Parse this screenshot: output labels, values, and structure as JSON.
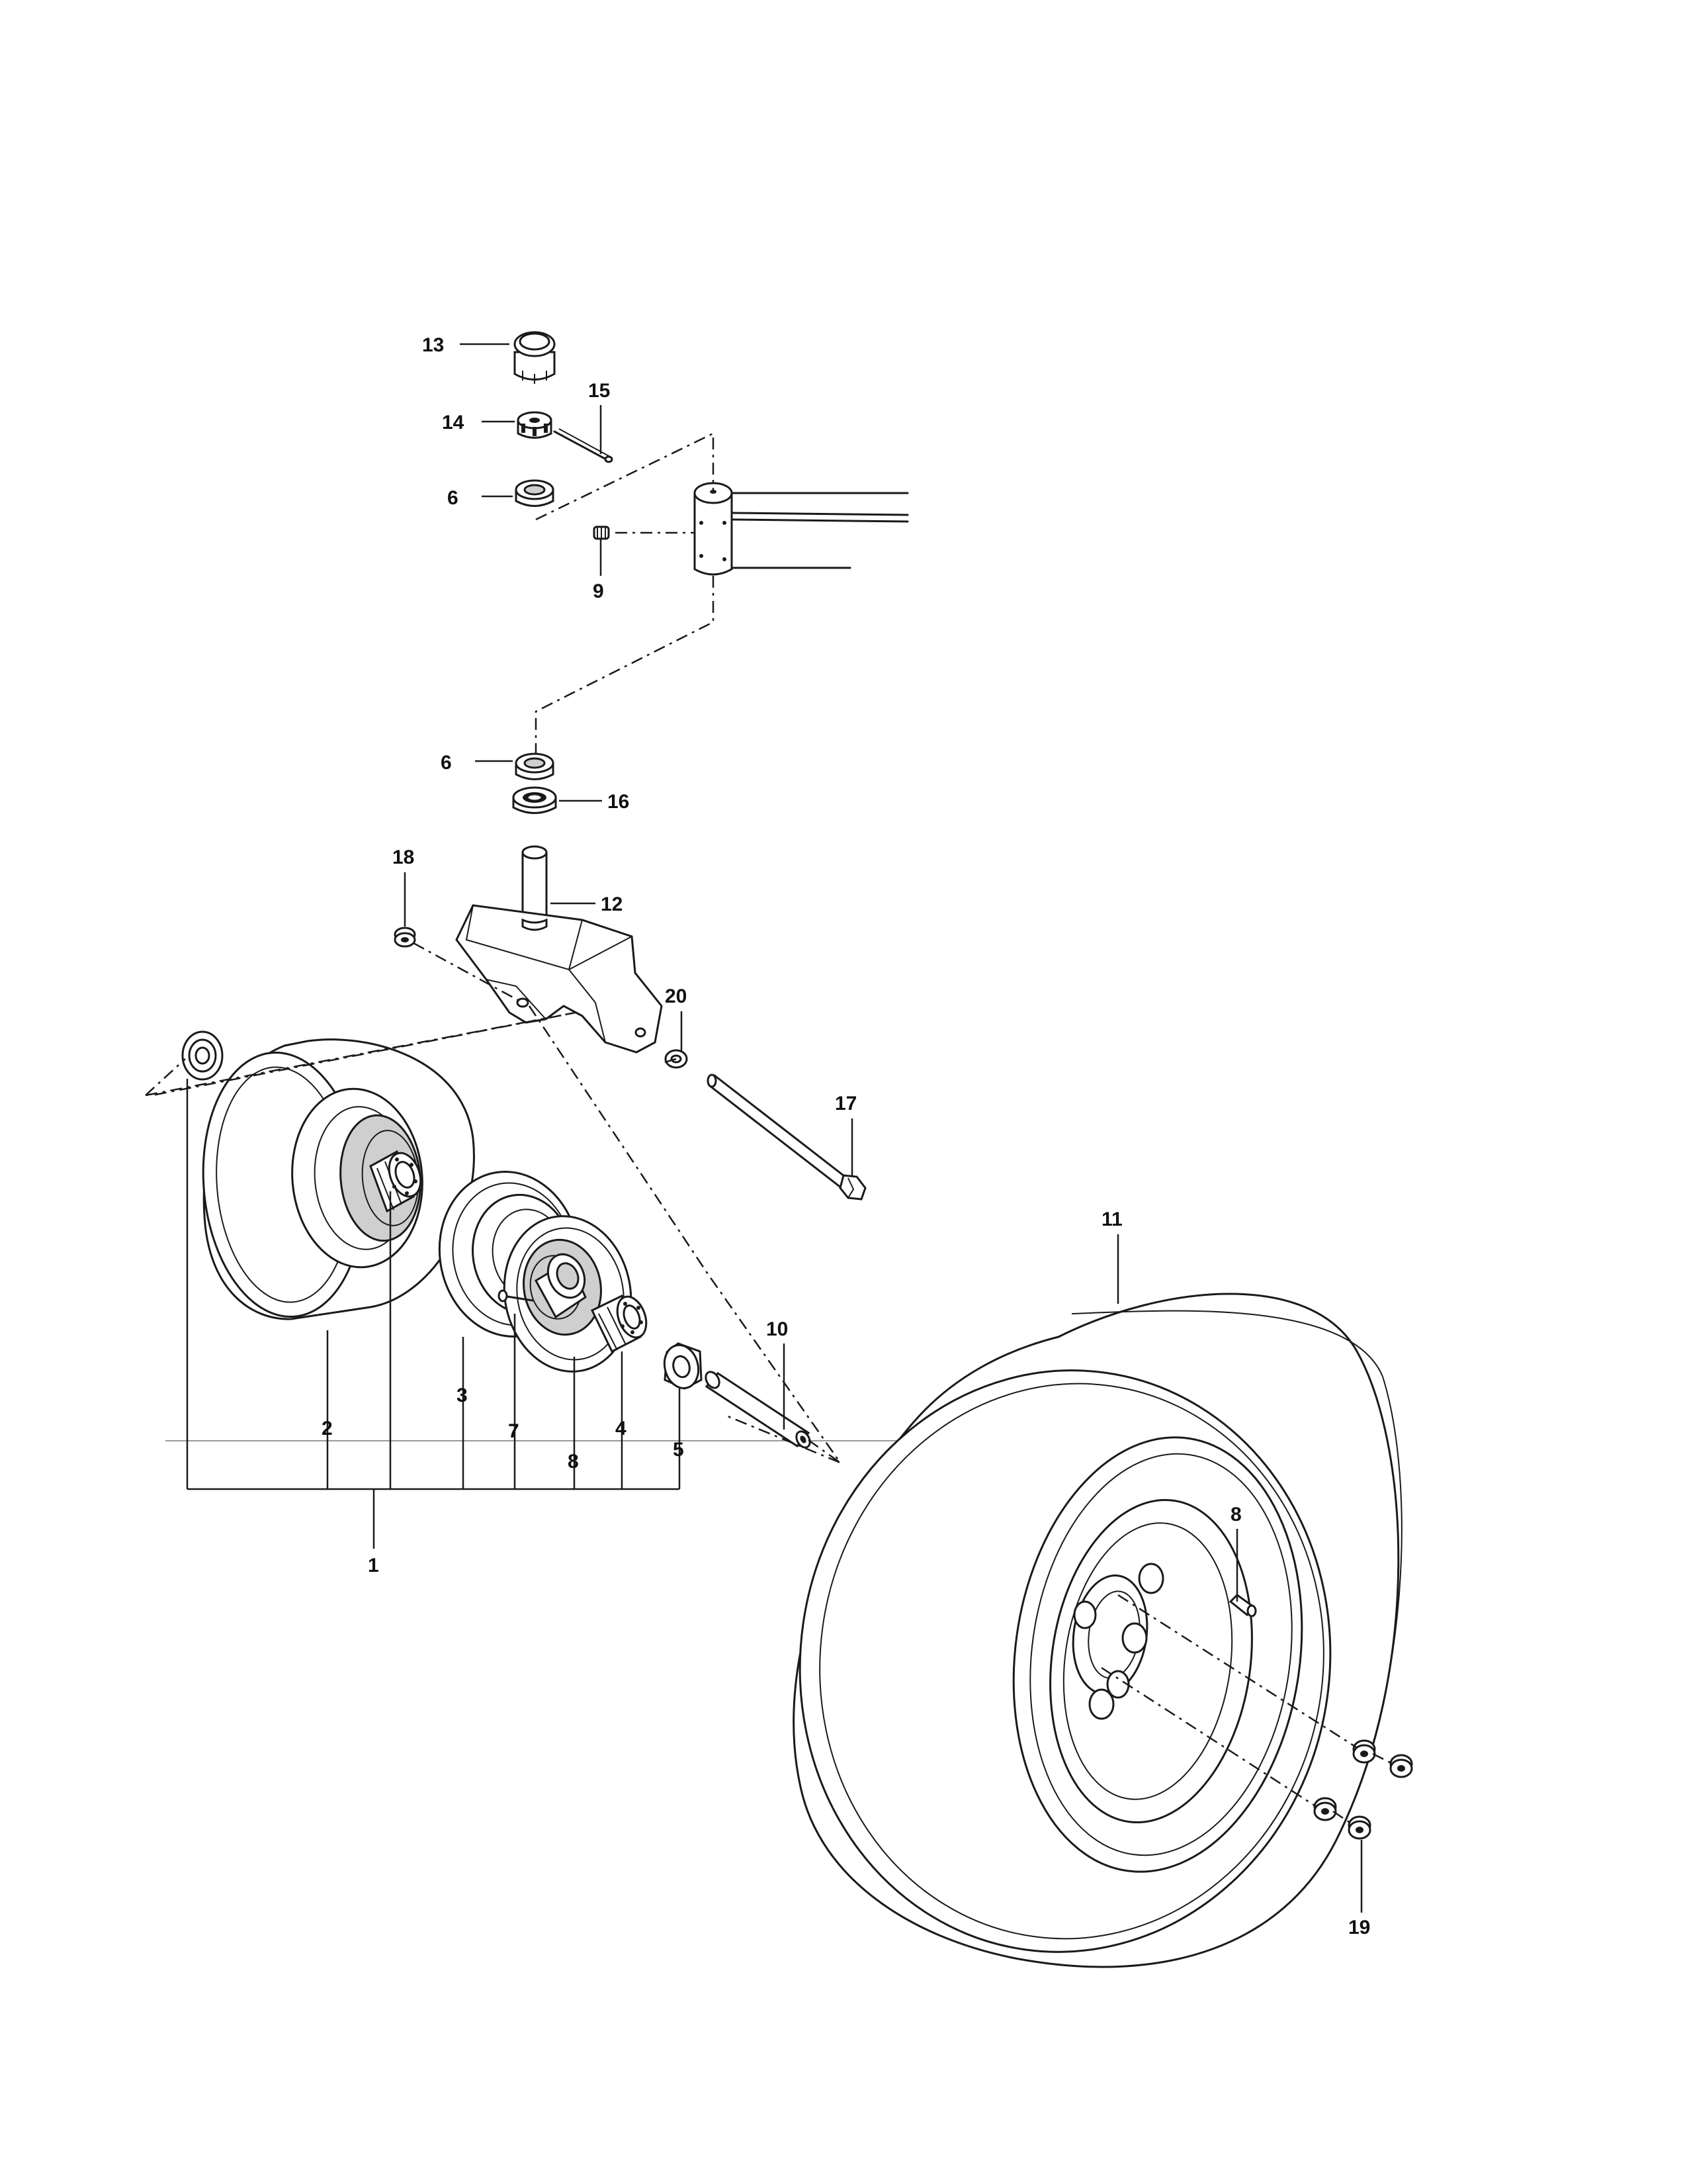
{
  "callouts": {
    "c1": "1",
    "c2": "2",
    "c3": "3",
    "c4": "4",
    "c5": "5",
    "c6a": "6",
    "c6b": "6",
    "c7": "7",
    "c8a": "8",
    "c8b": "8",
    "c9": "9",
    "c10": "10",
    "c11": "11",
    "c12": "12",
    "c13": "13",
    "c14": "14",
    "c15": "15",
    "c16": "16",
    "c17": "17",
    "c18": "18",
    "c19": "19",
    "c20": "20"
  },
  "colors": {
    "ink": "#1a1a1a",
    "paper": "#ffffff",
    "guide": "#9a9a9a"
  }
}
